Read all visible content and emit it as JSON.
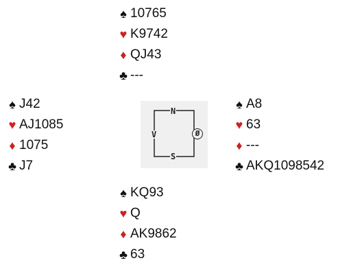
{
  "north": {
    "spades": "10765",
    "hearts": "K9742",
    "diamonds": "QJ43",
    "clubs": "---"
  },
  "west": {
    "spades": "J42",
    "hearts": "AJ1085",
    "diamonds": "1075",
    "clubs": "J7"
  },
  "east": {
    "spades": "A8",
    "hearts": "63",
    "diamonds": "---",
    "clubs": "AKQ1098542"
  },
  "south": {
    "spades": "KQ93",
    "hearts": "Q",
    "diamonds": "AK9862",
    "clubs": "63"
  },
  "suit_symbols": {
    "spades": "♠",
    "hearts": "♥",
    "diamonds": "♦",
    "clubs": "♣"
  },
  "compass": {
    "north": "N",
    "south": "S",
    "west": "V",
    "east": "Ø"
  },
  "colors": {
    "red_suit": "#cc2222",
    "black_suit": "#111111",
    "compass_bg": "#f0f0f0"
  }
}
